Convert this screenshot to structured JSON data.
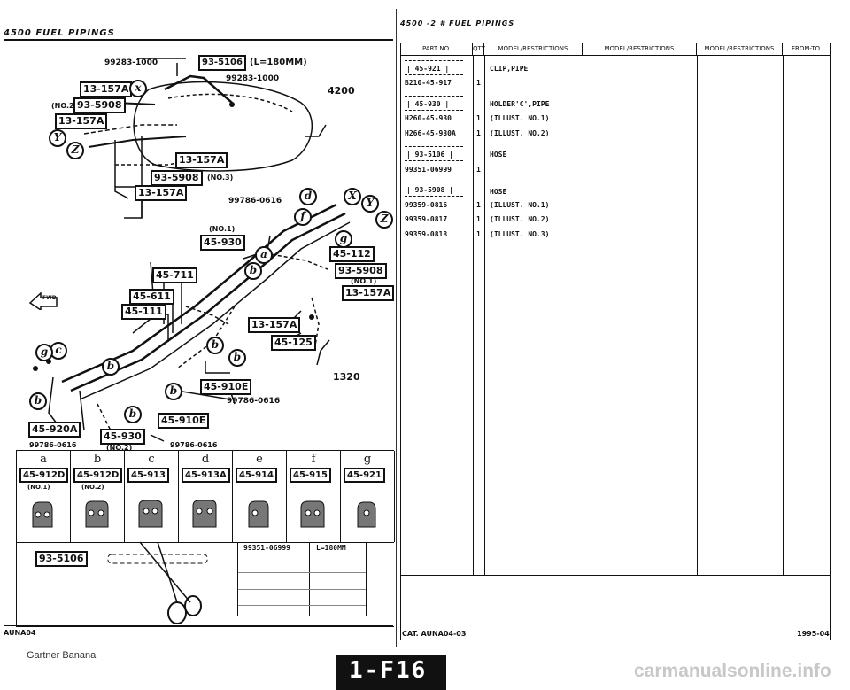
{
  "left_page": {
    "header": "4500   FUEL PIPINGS",
    "footer_code": "AUNA04",
    "diagram": {
      "top_part": "99283-1000",
      "top_box": "93-5106",
      "top_length": "(L=180MM)",
      "top_part2": "99283-1000",
      "dim_4200": "4200",
      "dim_1320": "1320",
      "boxes_upper_left": [
        "13-157A",
        "93-5908",
        "13-157A"
      ],
      "no2": "(NO.2)",
      "box_13157a_mid": "13-157A",
      "box_935908_low": "93-5908",
      "no3": "(NO.3)",
      "box_13157a_low": "13-157A",
      "part_9978_0616_a": "99786-0616",
      "no1_left": "(NO.1)",
      "box_45930": "45-930",
      "box_45112": "45-112",
      "box_935908_right": "93-5908",
      "no1_right": "(NO.1)",
      "box_13157a_right": "13-157A",
      "box_45711": "45-711",
      "box_45611": "45-611",
      "box_45111": "45-111",
      "box_13157a_center": "13-157A",
      "box_45125": "45-125",
      "box_45910e": "45-910E",
      "part_9978_0616_b": "99786-0616",
      "box_45910e_2": "45-910E",
      "box_45920a": "45-920A",
      "part_9978_0616_c": "99786-0616",
      "box_45930_low": "45-930",
      "no2_low": "(NO.2)",
      "part_9978_0616_d": "99786-0616",
      "fwd": "FWD"
    },
    "clips": [
      {
        "letter": "a",
        "part": "45-912D",
        "note": "(NO.1)"
      },
      {
        "letter": "b",
        "part": "45-912D",
        "note": "(NO.2)"
      },
      {
        "letter": "c",
        "part": "45-913",
        "note": ""
      },
      {
        "letter": "d",
        "part": "45-913A",
        "note": ""
      },
      {
        "letter": "e",
        "part": "45-914",
        "note": ""
      },
      {
        "letter": "f",
        "part": "45-915",
        "note": ""
      },
      {
        "letter": "g",
        "part": "45-921",
        "note": ""
      }
    ],
    "hose_box": "93-5106",
    "hose_table": {
      "part": "99351-06999",
      "length": "L=180MM"
    }
  },
  "right_page": {
    "header": "4500  -2 #  FUEL PIPINGS",
    "columns": [
      "PART NO.",
      "QTY",
      "MODEL/RESTRICTIONS",
      "MODEL/RESTRICTIONS",
      "MODEL/RESTRICTIONS",
      "FROM-TO"
    ],
    "rows": [
      {
        "part": "| 45-921 |",
        "qty": "",
        "desc": "CLIP,PIPE",
        "boxed": true
      },
      {
        "part": "B210-45-917",
        "qty": "1",
        "desc": "",
        "boxed": false
      },
      {
        "part": "| 45-930 |",
        "qty": "",
        "desc": "HOLDER'C',PIPE",
        "boxed": true
      },
      {
        "part": "H260-45-930",
        "qty": "1",
        "desc": "(ILLUST. NO.1)",
        "boxed": false
      },
      {
        "part": "H266-45-930A",
        "qty": "1",
        "desc": "(ILLUST. NO.2)",
        "boxed": false
      },
      {
        "part": "| 93-5106 |",
        "qty": "",
        "desc": "HOSE",
        "boxed": true
      },
      {
        "part": "99351-06999",
        "qty": "1",
        "desc": "",
        "boxed": false
      },
      {
        "part": "| 93-5908 |",
        "qty": "",
        "desc": "HOSE",
        "boxed": true
      },
      {
        "part": "99359-0816",
        "qty": "1",
        "desc": "(ILLUST. NO.1)",
        "boxed": false
      },
      {
        "part": "99359-0817",
        "qty": "1",
        "desc": "(ILLUST. NO.2)",
        "boxed": false
      },
      {
        "part": "99359-0818",
        "qty": "1",
        "desc": "(ILLUST. NO.3)",
        "boxed": false
      }
    ],
    "footer_cat": "CAT. AUNA04-03",
    "footer_date": "1995-04"
  },
  "bottom": {
    "watermark_left": "Gartner Banana",
    "page_number": "1-F16",
    "watermark_right": "carmanualsonline.info"
  }
}
